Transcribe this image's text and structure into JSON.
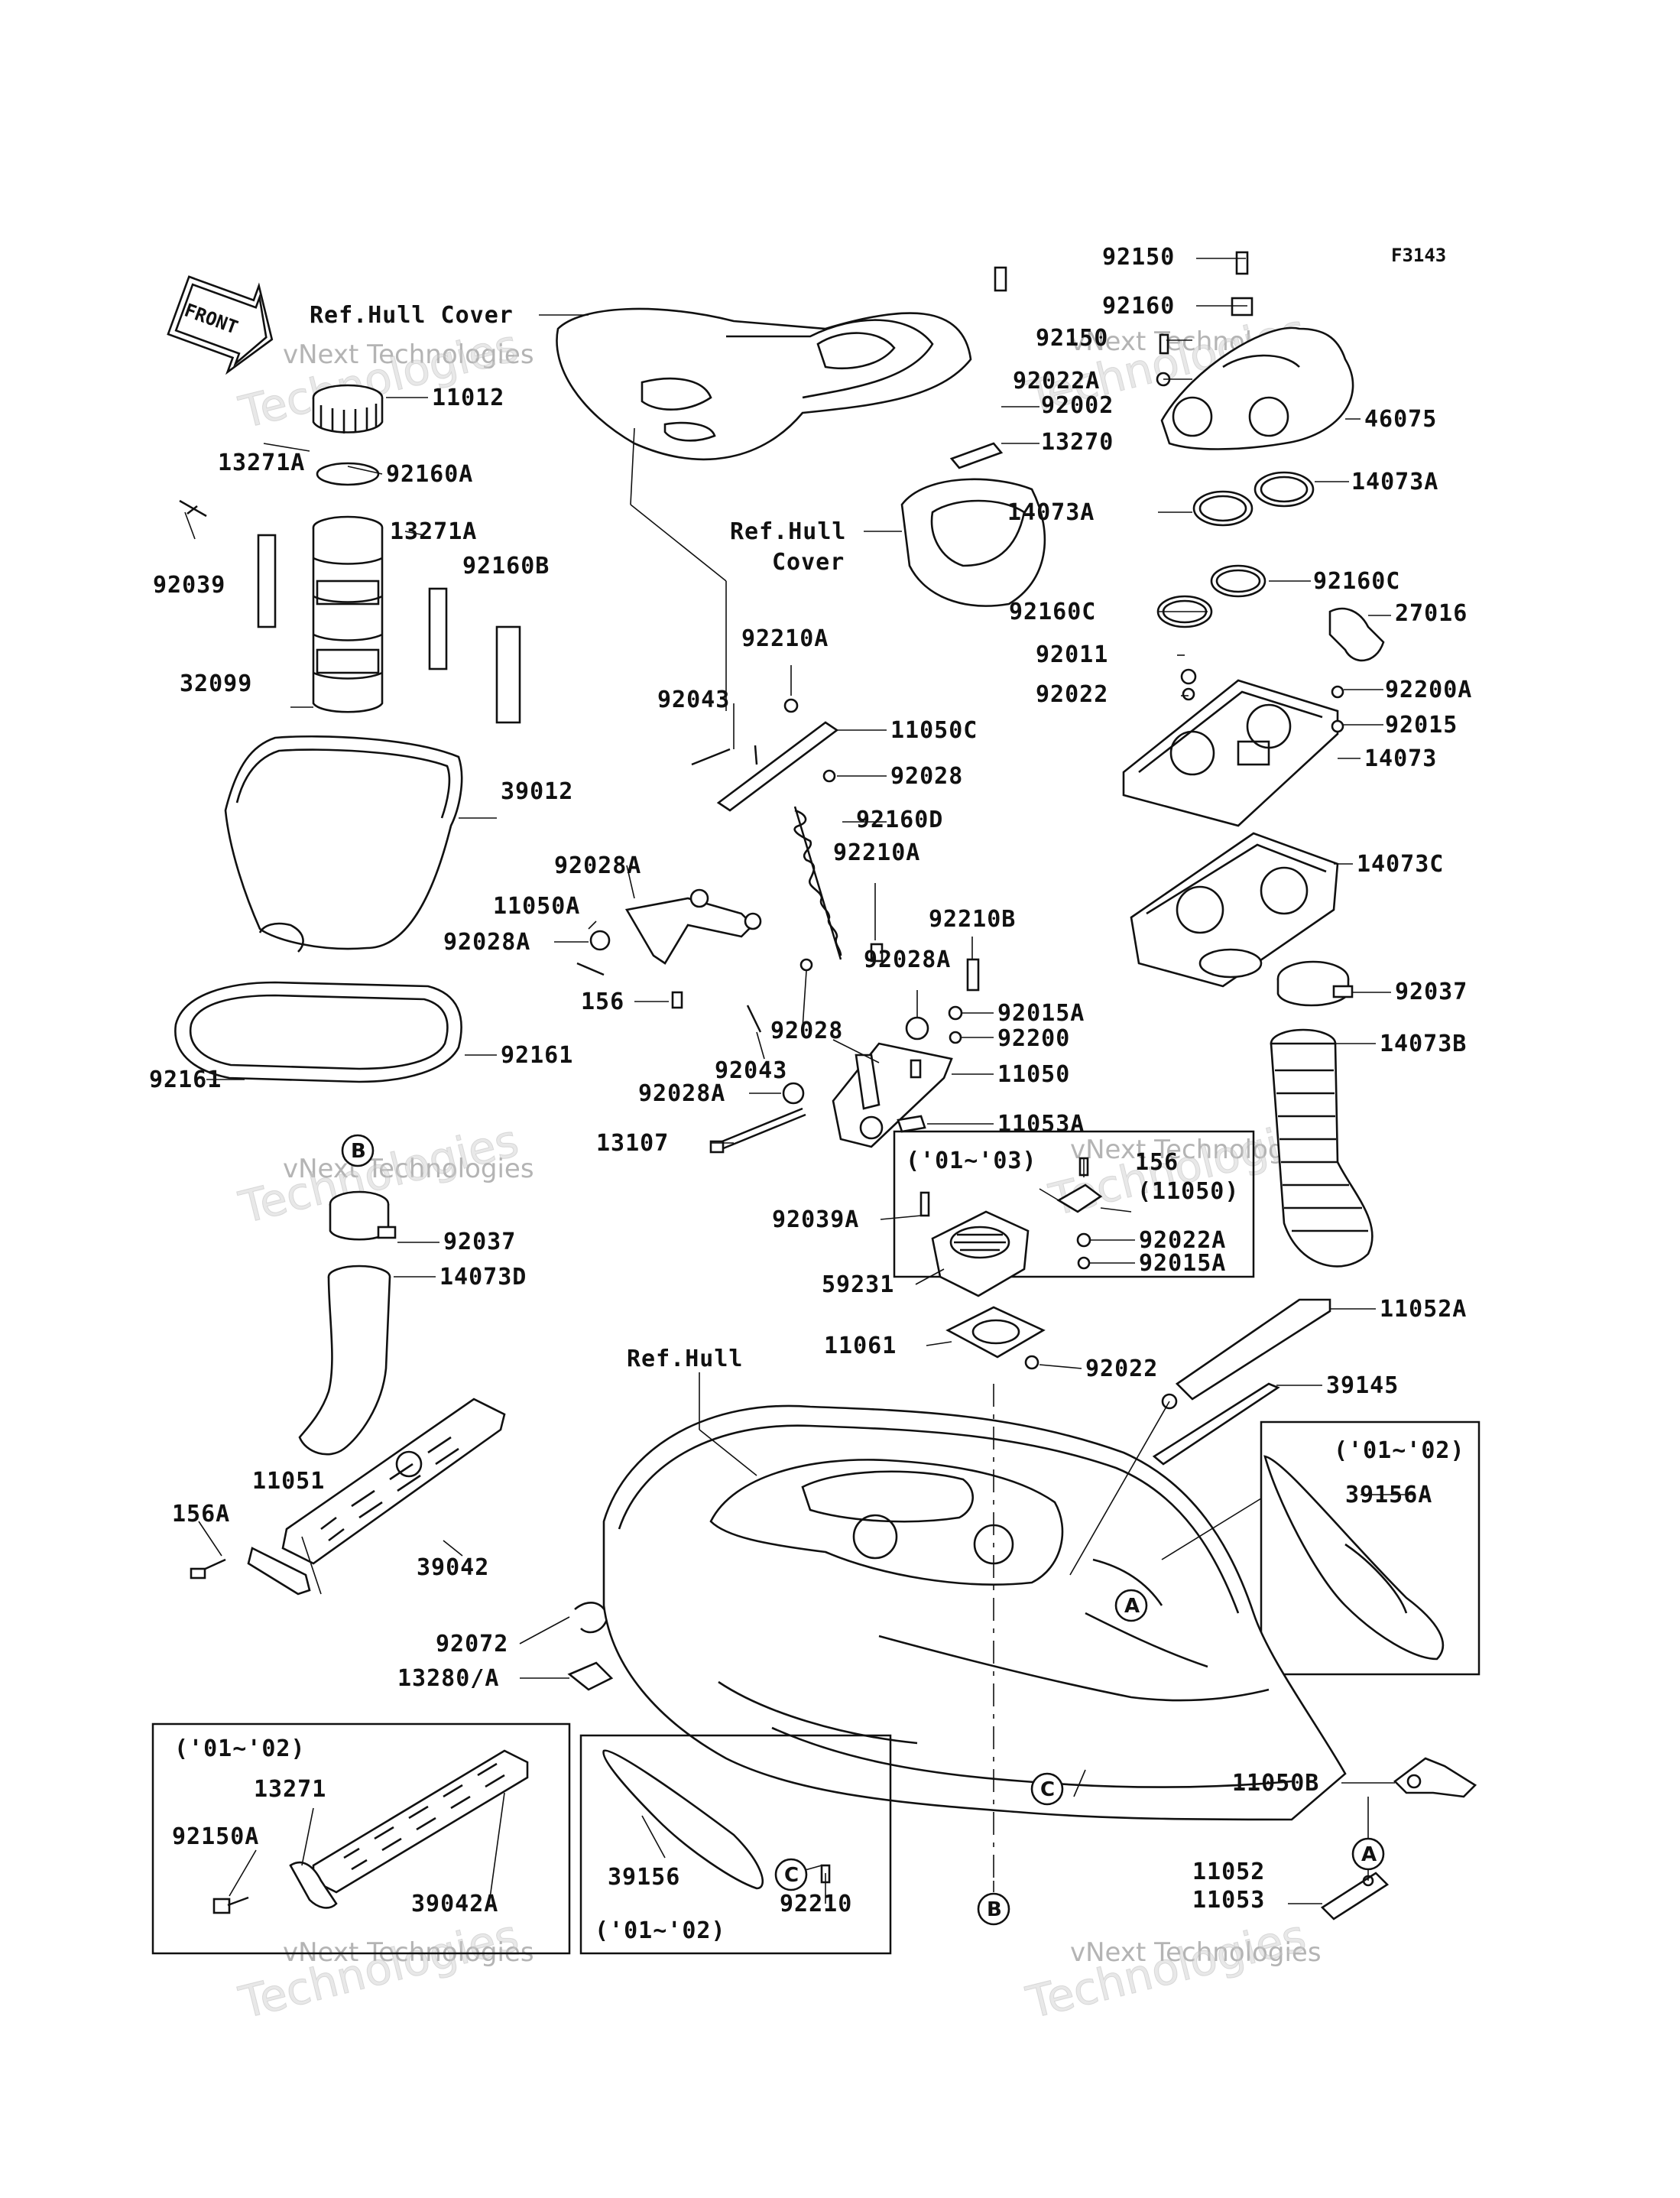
{
  "figure_id": "F3143",
  "front_label": "FRONT",
  "watermark": {
    "line1": "vNext Technologies",
    "line2": "Technologies",
    "line2_prefix": "vNext"
  },
  "ref_labels": {
    "hull_cover_top": "Ref.Hull Cover",
    "hull_cover_mid_line1": "Ref.Hull",
    "hull_cover_mid_line2": "Cover",
    "hull": "Ref.Hull"
  },
  "year_ranges": {
    "r1": "('01~'03)",
    "r2": "('01~'02)",
    "r3": "('01~'02)",
    "r4": "('01~'02)"
  },
  "callouts": {
    "a": "A",
    "b": "B",
    "c": "C"
  },
  "parts": {
    "p92150": "92150",
    "p92160": "92160",
    "p92150b": "92150",
    "p92022A": "92022A",
    "p92002": "92002",
    "p46075": "46075",
    "p13270": "13270",
    "p14073A_1": "14073A",
    "p14073A_2": "14073A",
    "p92160C_1": "92160C",
    "p92160C_2": "92160C",
    "p27016": "27016",
    "p92011": "92011",
    "p92022": "92022",
    "p92200A": "92200A",
    "p92015": "92015",
    "p14073": "14073",
    "p14073C": "14073C",
    "p92037_r": "92037",
    "p14073B": "14073B",
    "p11012": "11012",
    "p13271A_1": "13271A",
    "p92160A": "92160A",
    "p13271A_2": "13271A",
    "p92039": "92039",
    "p92160B": "92160B",
    "p32099": "32099",
    "p39012": "39012",
    "p92161_r": "92161",
    "p92161_l": "92161",
    "p92037_l": "92037",
    "p14073D": "14073D",
    "p11051": "11051",
    "p156A": "156A",
    "p39042": "39042",
    "p92072": "92072",
    "p13280A": "13280/A",
    "p92210A_1": "92210A",
    "p92043_1": "92043",
    "p11050C": "11050C",
    "p92028_1": "92028",
    "p92160D": "92160D",
    "p92210A_2": "92210A",
    "p92028A_1": "92028A",
    "p11050A": "11050A",
    "p92028A_2": "92028A",
    "p156": "156",
    "p92210B": "92210B",
    "p92028A_3": "92028A",
    "p92015A_1": "92015A",
    "p92200": "92200",
    "p92028_2": "92028",
    "p92043_2": "92043",
    "p11050": "11050",
    "p92028A_4": "92028A",
    "p11053A": "11053A",
    "p13107": "13107",
    "p156b": "156",
    "p11050_paren": "(11050)",
    "p92022A_2": "92022A",
    "p92015A_2": "92015A",
    "p92039A": "92039A",
    "p59231": "59231",
    "p11061": "11061",
    "p92022_2": "92022",
    "p11052A": "11052A",
    "p39145": "39145",
    "p39156A": "39156A",
    "p11050B": "11050B",
    "p11052": "11052",
    "p11053": "11053",
    "p13271": "13271",
    "p92150A": "92150A",
    "p39042A": "39042A",
    "p39156": "39156",
    "p92210": "92210"
  }
}
